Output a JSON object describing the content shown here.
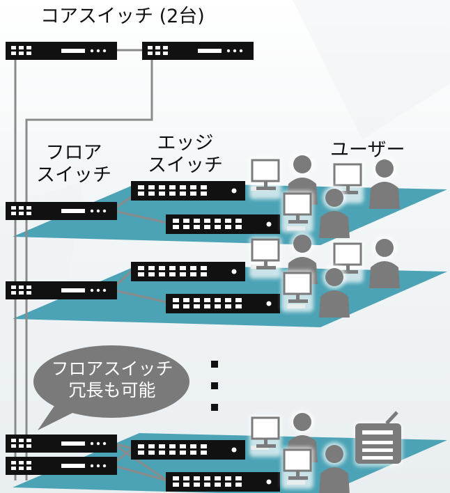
{
  "labels": {
    "core_switch": "コアスイッチ (2台)",
    "floor_switch_line1": "フロア",
    "floor_switch_line2": "スイッチ",
    "edge_switch_line1": "エッジ",
    "edge_switch_line2": "スイッチ",
    "user": "ユーザー",
    "callout_line1": "フロアスイッチ",
    "callout_line2": "冗長も可能"
  },
  "colors": {
    "floor_plate": "#4ba3b5",
    "switch_body": "#111111",
    "line": "#888888",
    "bubble": "#7a7a7a",
    "person": "#7b7b7b"
  },
  "icons": [
    "switch-icon",
    "pc-icon",
    "person-icon",
    "printer-icon"
  ]
}
